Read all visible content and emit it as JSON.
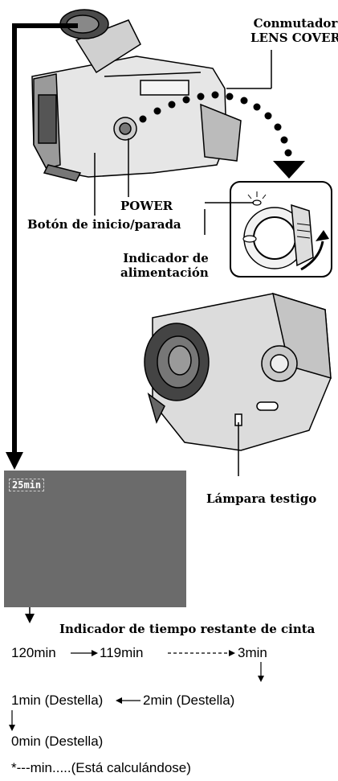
{
  "labels": {
    "lens_cover": "Conmutador\nLENS COVER",
    "power": "POWER",
    "start_stop": "Botón de inicio/parada",
    "power_indicator": "Indicador de\nalimentación",
    "tally_lamp": "Lámpara testigo",
    "tape_remaining_title": "Indicador de tiempo restante de cinta"
  },
  "screen": {
    "remaining": "25min"
  },
  "sequence": {
    "t120": "120min",
    "t119": "119min",
    "t3": "3min",
    "t2": "2min (Destella)",
    "t1": "1min (Destella)",
    "t0": "0min (Destella)",
    "calculating": "*---min.....(Está calculándose)"
  },
  "colors": {
    "screen": "#6b6b6b",
    "ink": "#000000"
  }
}
